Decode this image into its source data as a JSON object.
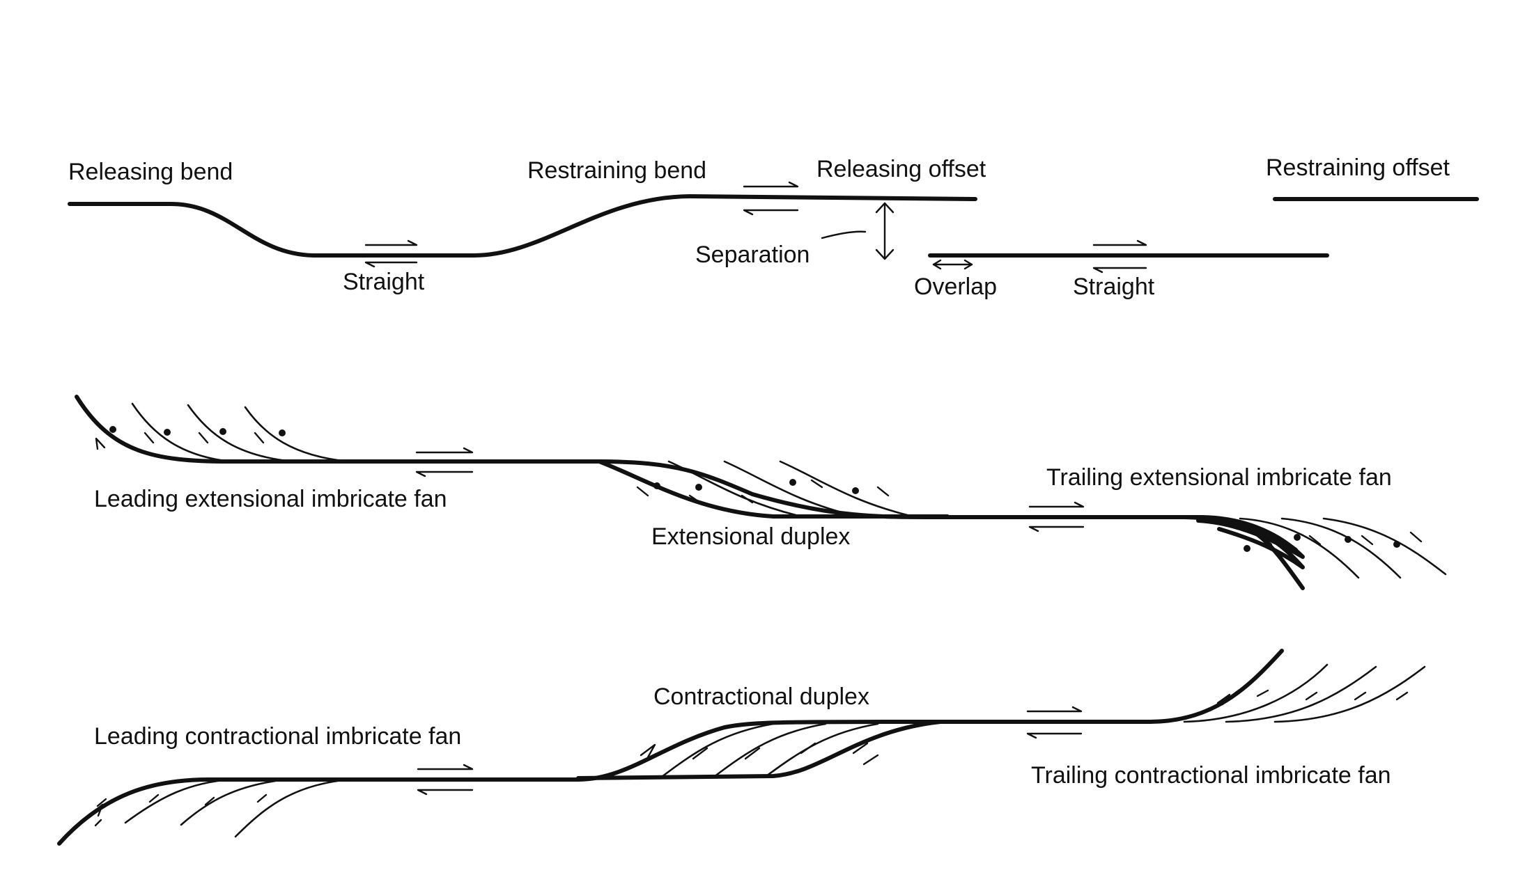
{
  "labels": {
    "releasing_bend": "Releasing bend",
    "restraining_bend": "Restraining bend",
    "releasing_offset": "Releasing offset",
    "restraining_offset": "Restraining offset",
    "separation": "Separation",
    "straight_1": "Straight",
    "overlap": "Overlap",
    "straight_2": "Straight",
    "leading_extensional": "Leading extensional imbricate fan",
    "extensional_duplex": "Extensional duplex",
    "trailing_extensional": "Trailing extensional imbricate fan",
    "contractional_duplex": "Contractional duplex",
    "leading_contractional": "Leading contractional imbricate fan",
    "trailing_contractional": "Trailing contractional imbricate fan"
  },
  "colors": {
    "ink": "#111111",
    "background": "#ffffff"
  }
}
